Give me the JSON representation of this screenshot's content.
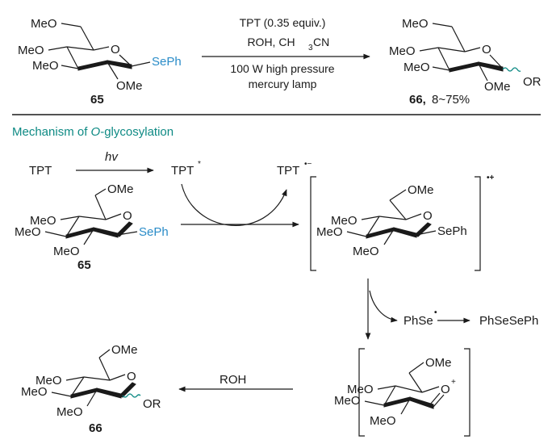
{
  "reaction": {
    "substrate": {
      "label": "65",
      "substituents": [
        "MeO",
        "MeO",
        "MeO",
        "OMe"
      ],
      "aglycone": "SePh",
      "ring_oxygen": "O"
    },
    "conditions_above": [
      "TPT (0.35 equiv.)",
      "ROH, CH",
      "3",
      "CN"
    ],
    "conditions_below": [
      "100 W high pressure",
      "mercury lamp"
    ],
    "product": {
      "label": "66,",
      "yield": "8~75%",
      "substituents": [
        "MeO",
        "MeO",
        "MeO",
        "OMe"
      ],
      "aglycone": "OR",
      "ring_oxygen": "O"
    }
  },
  "mechanism": {
    "title_prefix": "Mechanism of ",
    "title_italic": "O",
    "title_suffix": "-glycosylation",
    "tpt": "TPT",
    "hv": "hv",
    "tpt_excited": "TPT",
    "tpt_excited_sup": "*",
    "tpt_radical_anion": "TPT",
    "tpt_radical_anion_sup": "•−",
    "substrate": {
      "label": "65",
      "top": "OMe",
      "left1": "MeO",
      "left2": "MeO",
      "bottom": "MeO",
      "ring_o": "O",
      "aglycone": "SePh"
    },
    "radical_cation": {
      "top": "OMe",
      "left1": "MeO",
      "left2": "MeO",
      "bottom": "MeO",
      "ring_o": "O",
      "aglycone": "SePh",
      "charge": "•+"
    },
    "phse_radical": "PhSe",
    "phse_dot": "•",
    "diselenide": "PhSeSePh",
    "oxocarbenium": {
      "top": "OMe",
      "left1": "MeO",
      "left2": "MeO",
      "bottom": "MeO",
      "ring_o": "O",
      "charge": "+"
    },
    "nucleophile": "ROH",
    "product": {
      "label": "66",
      "top": "OMe",
      "left1": "MeO",
      "left2": "MeO",
      "bottom": "MeO",
      "ring_o": "O",
      "aglycone": "OR"
    }
  },
  "colors": {
    "blue_label": "#2a8cc8",
    "teal_accent": "#0e8a84"
  }
}
